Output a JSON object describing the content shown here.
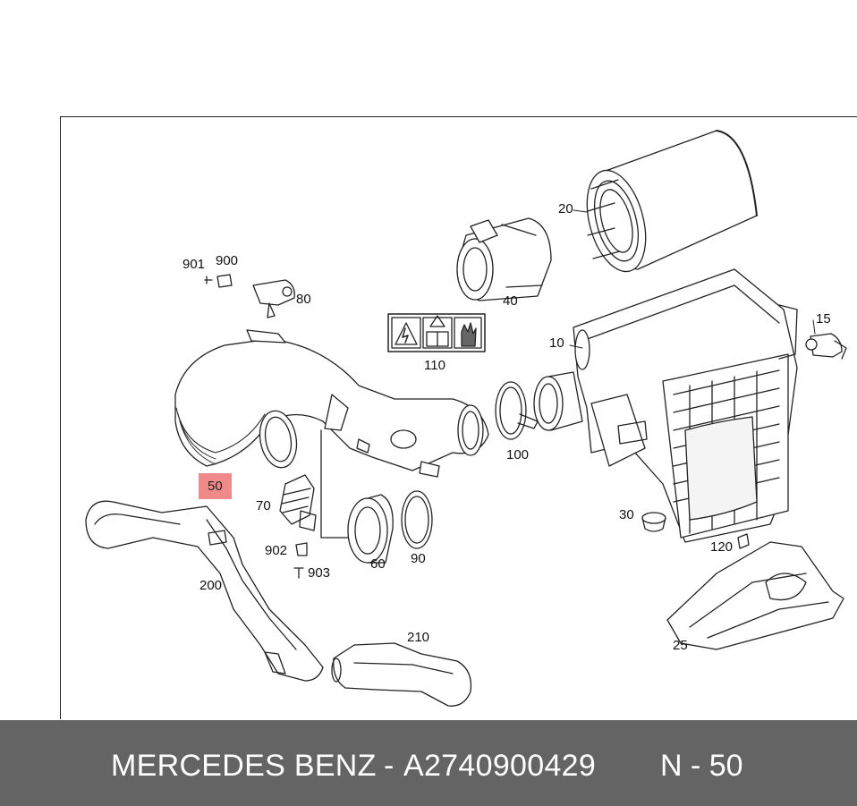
{
  "diagram": {
    "callouts": {
      "c10": "10",
      "c15": "15",
      "c20": "20",
      "c25": "25",
      "c30": "30",
      "c40": "40",
      "c50": "50",
      "c60": "60",
      "c70": "70",
      "c80": "80",
      "c90": "90",
      "c100": "100",
      "c110": "110",
      "c120": "120",
      "c200": "200",
      "c210": "210",
      "c900": "900",
      "c901": "901",
      "c902": "902",
      "c903": "903"
    },
    "highlight_color": "#f08a8a"
  },
  "footer": {
    "brand": "MERCEDES BENZ",
    "separator": "-",
    "part_number": "A2740900429",
    "reference": "N - 50",
    "background": "#646464"
  }
}
